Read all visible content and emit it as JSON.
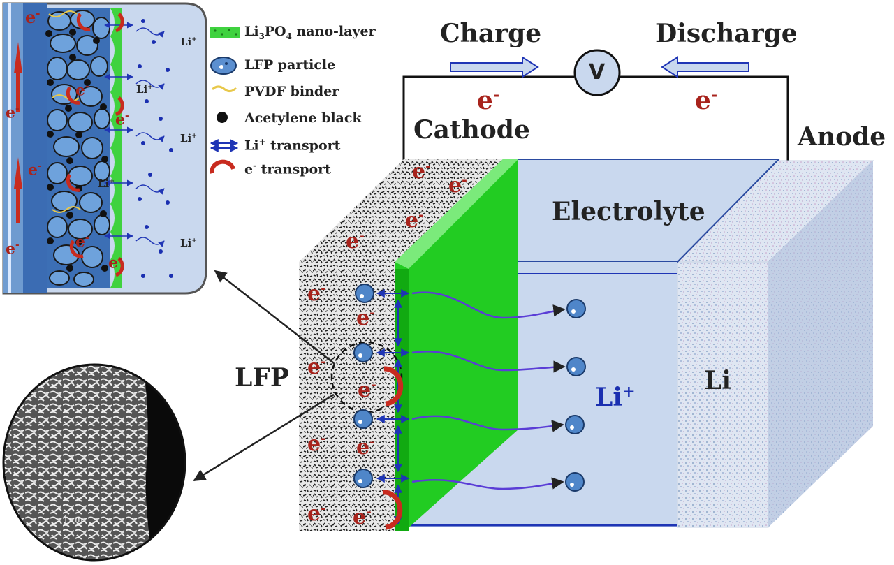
{
  "legend": {
    "nano_layer": {
      "pre": "Li",
      "sub1": "3",
      "mid": "PO",
      "sub2": "4",
      "post": " nano-layer"
    },
    "lfp_particle": "LFP particle",
    "binder": "PVDF binder",
    "acetylene": "Acetylene black",
    "li_transport": {
      "pre": "Li",
      "sup": "+",
      "post": " transport"
    },
    "e_transport": {
      "pre": "e",
      "sup": "-",
      "post": " transport"
    }
  },
  "circuit": {
    "charge": "Charge",
    "discharge": "Discharge",
    "voltmeter": "V",
    "electron_left": "e",
    "electron_right": "e",
    "electron_sup": "-"
  },
  "cell": {
    "cathode": "Cathode",
    "anode": "Anode",
    "electrolyte": "Electrolyte",
    "lfp": "LFP",
    "li": "Li",
    "li_ion": {
      "pre": "Li",
      "sup": "+"
    }
  },
  "inset": {
    "electron": "e",
    "electron_sup": "-",
    "li_ion": "Li",
    "li_sup": "+"
  },
  "sem": {
    "scale_bar": "1um"
  },
  "colors": {
    "green_layer": "#22cc22",
    "electrolyte": "#c9d8ee",
    "electron_red": "#a8231c",
    "li_blue": "#1a2fb0",
    "lfp_particle": "#5b8fd0",
    "arrow_blue": "#1f35b5"
  }
}
